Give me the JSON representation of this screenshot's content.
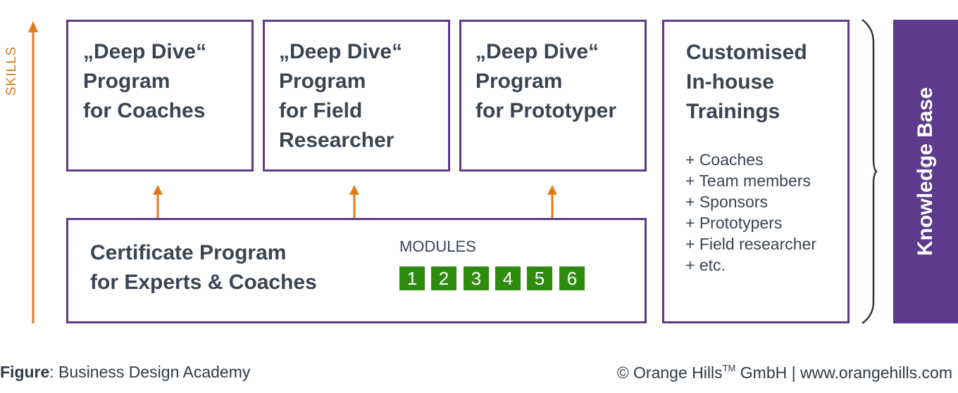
{
  "skills_axis": {
    "label": "SKILLS"
  },
  "deep_dive_boxes": [
    {
      "lines": [
        "„Deep Dive“",
        "Program",
        "for Coaches"
      ]
    },
    {
      "lines": [
        "„Deep Dive“",
        "Program",
        "for Field",
        "Researcher"
      ]
    },
    {
      "lines": [
        "„Deep Dive“",
        "Program",
        "for Prototyper"
      ]
    }
  ],
  "customised": {
    "title_lines": [
      "Customised",
      "In-house",
      "Trainings"
    ],
    "items": [
      "+ Coaches",
      "+ Team members",
      "+ Sponsors",
      "+ Prototypers",
      "+ Field researcher",
      "+ etc."
    ]
  },
  "certificate": {
    "title_lines": [
      "Certificate Program",
      "for Experts & Coaches"
    ],
    "modules_label": "MODULES",
    "modules": [
      "1",
      "2",
      "3",
      "4",
      "5",
      "6"
    ]
  },
  "knowledge_base": {
    "label": "Knowledge Base"
  },
  "footer": {
    "figure_label": "Figure",
    "figure_text": ": Business Design Academy",
    "copyright_prefix": "© Orange Hills",
    "trademark": "TM",
    "copyright_suffix": " GmbH | www.orangehills.com"
  },
  "colors": {
    "purple": "#5e3a8c",
    "orange": "#e07b1a",
    "green": "#2e8b0d",
    "text": "#3a4452"
  }
}
